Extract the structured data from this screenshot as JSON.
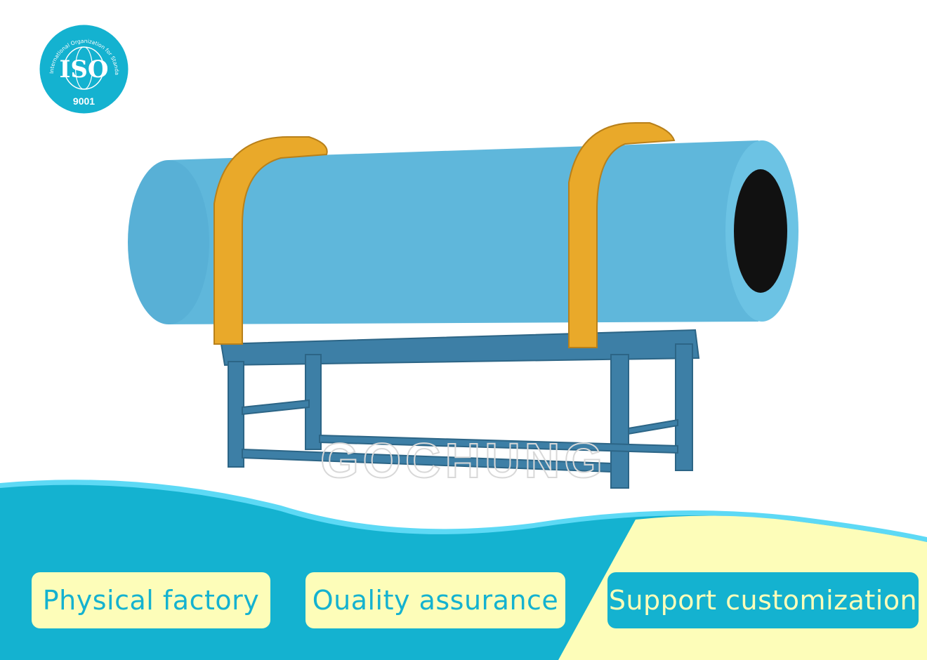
{
  "certification": {
    "org_text": "International Organization for Standardization",
    "logo": "ISO",
    "standard": "9001"
  },
  "watermark": {
    "brand": "GOCHUNG"
  },
  "product": {
    "name_icon": "rotary-drum-machine"
  },
  "features": [
    {
      "label": "Physical factory"
    },
    {
      "label": "Ouality assurance"
    },
    {
      "label": "Support customization"
    }
  ],
  "colors": {
    "teal": "#14b2d0",
    "light_blue": "#5dd9f5",
    "cream": "#fdfdb9",
    "drum": "#5db8dc",
    "frame": "#e9a92a",
    "stand": "#3d7fa6"
  }
}
